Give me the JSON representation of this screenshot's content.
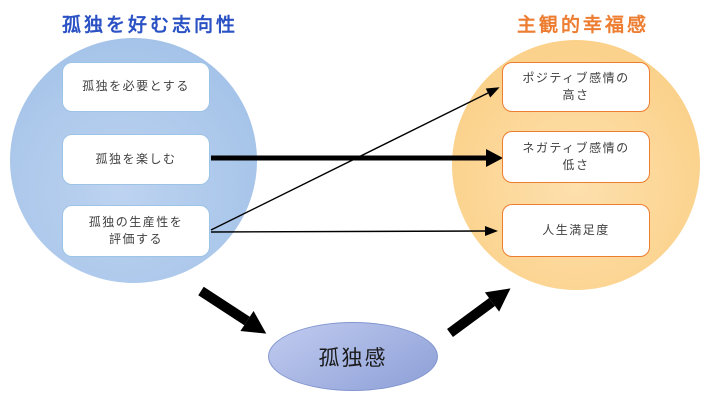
{
  "colors": {
    "title-blue": "#2B52C4",
    "title-orange": "#ED7D31",
    "cluster-blue": "#A6C4E9",
    "cluster-orange": "#FBD28C",
    "box-border-blue": "#9DC3E6",
    "box-border-orange": "#ED7D31",
    "ellipse-light": "#BCC7ED",
    "ellipse-dark": "#8FA1D8",
    "arrow-black": "#000000",
    "box-text": "#404040"
  },
  "left_cluster": {
    "title": "孤独を好む志向性",
    "items": [
      "孤独を必要とする",
      "孤独を楽しむ",
      "孤独の生産性を\n評価する"
    ]
  },
  "right_cluster": {
    "title": "主観的幸福感",
    "items": [
      "ポジティブ感情の\n高さ",
      "ネガティブ感情の\n低さ",
      "人生満足度"
    ]
  },
  "mediator": {
    "label": "孤独感"
  },
  "edges": [
    {
      "from": "孤独を楽しむ",
      "to": "ネガティブ感情の低さ",
      "weight": "strong"
    },
    {
      "from": "孤独の生産性を評価する",
      "to": "ポジティブ感情の高さ",
      "weight": "weak"
    },
    {
      "from": "孤独の生産性を評価する",
      "to": "人生満足度",
      "weight": "weak"
    },
    {
      "from": "孤独を好む志向性",
      "to": "孤独感",
      "weight": "strong"
    },
    {
      "from": "孤独感",
      "to": "主観的幸福感",
      "weight": "strong"
    }
  ]
}
